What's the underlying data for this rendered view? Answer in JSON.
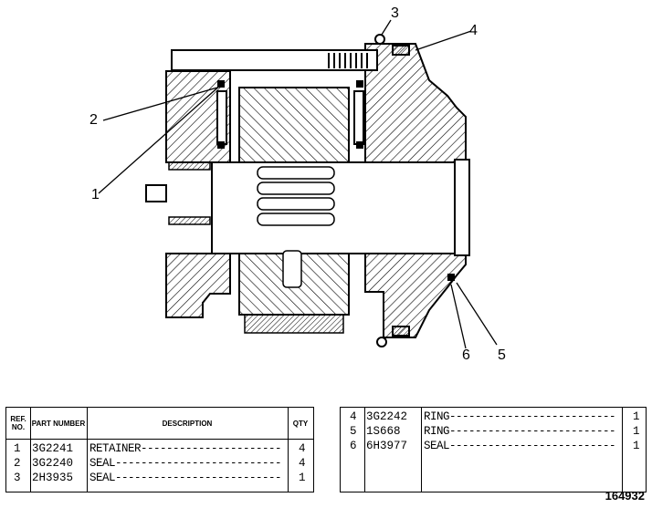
{
  "callouts": [
    "1",
    "2",
    "3",
    "4",
    "5",
    "6"
  ],
  "parts_table": {
    "headers": {
      "ref": "REF. NO.",
      "part": "PART NUMBER",
      "desc": "DESCRIPTION",
      "qty": "QTY"
    },
    "rows": [
      {
        "ref": "1",
        "part": "3G2241",
        "desc": "RETAINER---------------------------------",
        "qty": "4"
      },
      {
        "ref": "2",
        "part": "3G2240",
        "desc": "SEAL------------------------------------------",
        "qty": "4"
      },
      {
        "ref": "3",
        "part": "2H3935",
        "desc": "SEAL------------------------------------------",
        "qty": "1"
      },
      {
        "ref": "4",
        "part": "3G2242",
        "desc": "RING------------------------------------------------",
        "qty": "1"
      },
      {
        "ref": "5",
        "part": "1S668",
        "desc": "RING------------------------------------------------",
        "qty": "1"
      },
      {
        "ref": "6",
        "part": "6H3977",
        "desc": "SEAL------------------------------------------------",
        "qty": "1"
      }
    ]
  },
  "drawing_number": "164932"
}
